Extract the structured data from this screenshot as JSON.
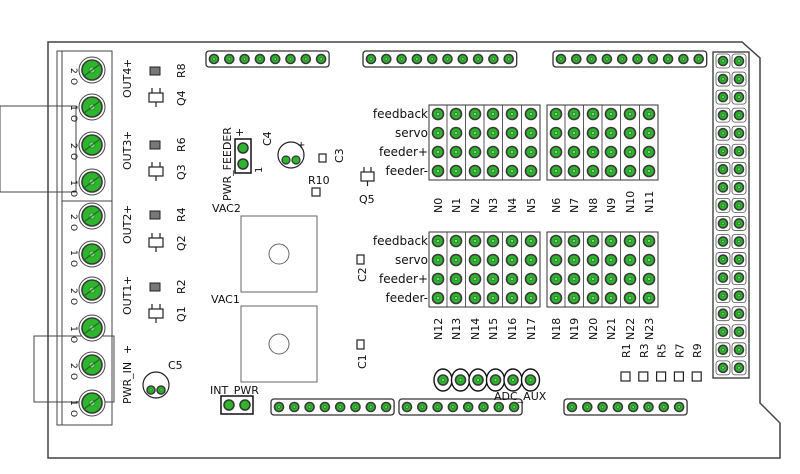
{
  "labels": {
    "pwr_feeder": "PWR_FEEDER",
    "pwr_plus": "+",
    "pwr_one": "1",
    "vac1": "VAC1",
    "vac2": "VAC2",
    "int_pwr": "INT_PWR",
    "adc_aux": "ADC_AUX",
    "plus": "+"
  },
  "terminals": [
    {
      "out": "OUT4",
      "q": "Q4",
      "r": "R8",
      "pin_a": "2",
      "pin_b": "1"
    },
    {
      "out": "OUT3",
      "q": "Q3",
      "r": "R6",
      "pin_a": "2",
      "pin_b": "1"
    },
    {
      "out": "OUT2",
      "q": "Q2",
      "r": "R4",
      "pin_a": "2",
      "pin_b": "1"
    },
    {
      "out": "OUT1",
      "q": "Q1",
      "r": "R2",
      "pin_a": "2",
      "pin_b": "1"
    },
    {
      "out": "PWR_IN",
      "q": "C5",
      "r": "",
      "pin_a": "2",
      "pin_b": "1"
    }
  ],
  "components": {
    "c1": "C1",
    "c2": "C2",
    "c3": "C3",
    "c4": "C4",
    "q5": "Q5",
    "r10": "R10"
  },
  "grid_rows": [
    "feedback",
    "servo",
    "feeder+",
    "feeder-"
  ],
  "top_columns": [
    "N0",
    "N1",
    "N2",
    "N3",
    "N4",
    "N5",
    "N6",
    "N7",
    "N8",
    "N9",
    "N10",
    "N11"
  ],
  "bottom_columns": [
    "N12",
    "N13",
    "N14",
    "N15",
    "N16",
    "N17",
    "N18",
    "N19",
    "N20",
    "N21",
    "N22",
    "N23"
  ],
  "right_resistors": [
    "R1",
    "R3",
    "R5",
    "R7",
    "R9"
  ],
  "colors": {
    "outline": "#444444",
    "pad_green": "#2db52d",
    "pad_ring": "#3a3a3a",
    "silk": "#111111",
    "header_fill": "#ffffff"
  }
}
